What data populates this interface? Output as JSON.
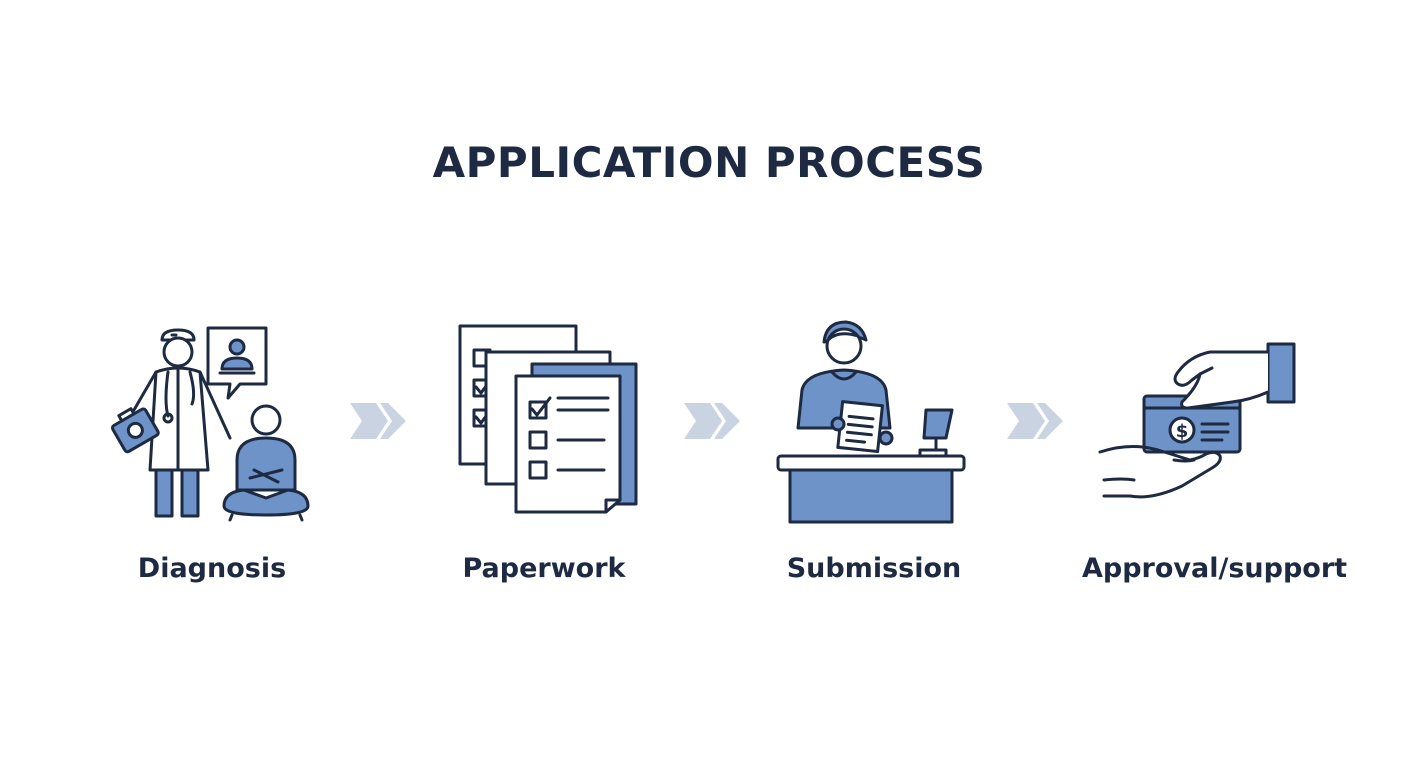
{
  "title": "APPLICATION PROCESS",
  "steps": [
    {
      "label": "Diagnosis",
      "icon": "doctor-patient-icon"
    },
    {
      "label": "Paperwork",
      "icon": "checklist-documents-icon"
    },
    {
      "label": "Submission",
      "icon": "person-at-counter-icon"
    },
    {
      "label": "Approval/support",
      "icon": "hand-money-icon"
    }
  ],
  "colors": {
    "outline": "#1d2a42",
    "accent": "#6d93c8",
    "arrow": "#c9d3e2",
    "text": "#1d2a42"
  }
}
